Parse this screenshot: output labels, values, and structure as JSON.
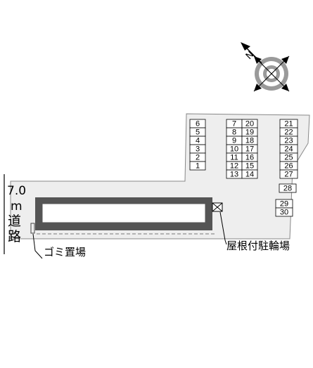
{
  "road": {
    "width": "7.0",
    "unit": "m",
    "name_chars": [
      "道",
      "路"
    ]
  },
  "labels": {
    "garbage": "ゴミ置場",
    "bicycle_parking": "屋根付駐輪場"
  },
  "compass": {
    "north_label": "N"
  },
  "parking": {
    "col1": [
      "6",
      "5",
      "4",
      "3",
      "2",
      "1"
    ],
    "col2a": [
      "7",
      "8",
      "9",
      "10",
      "11",
      "12",
      "13"
    ],
    "col2b": [
      "20",
      "19",
      "18",
      "17",
      "16",
      "15",
      "14"
    ],
    "col3": [
      "21",
      "22",
      "23",
      "24",
      "25",
      "26",
      "27"
    ],
    "extra": [
      "28",
      "29",
      "30"
    ]
  },
  "colors": {
    "lot_fill": "#eeeeee",
    "building_fill": "#ffffff",
    "building_border": "#555555",
    "outline": "#888888"
  }
}
